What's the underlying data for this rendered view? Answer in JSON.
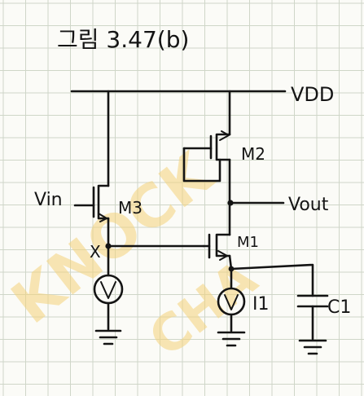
{
  "figure": {
    "title": "그림 3.47(b)"
  },
  "labels": {
    "vdd": "VDD",
    "vin": "Vin",
    "vout": "Vout",
    "node_x": "X",
    "m1": "M1",
    "m2": "M2",
    "m3": "M3",
    "i1": "I1",
    "c1": "C1"
  },
  "watermark": {
    "line1": "KNOCK",
    "line2": "CHA"
  },
  "colors": {
    "ink": "#141414",
    "grid": "#cfd6c8",
    "paper": "#fbfbf7",
    "watermark": "#f4d37a"
  }
}
